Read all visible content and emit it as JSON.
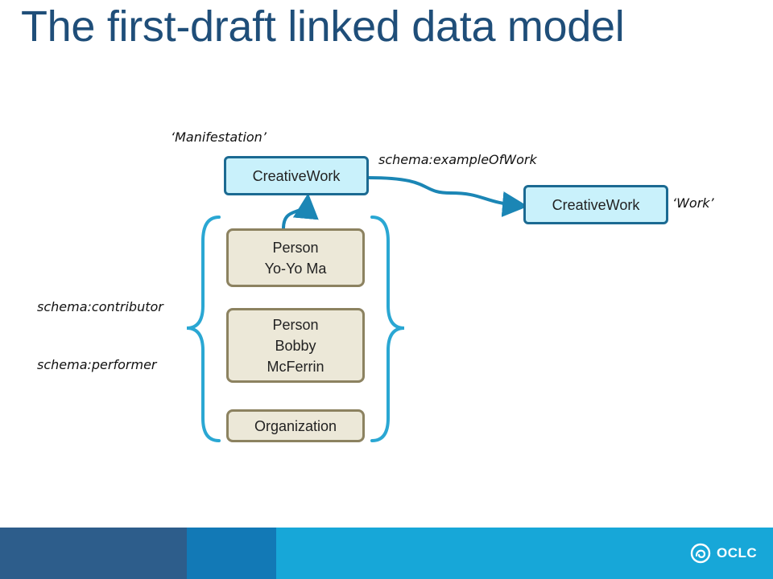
{
  "title": "The first-draft linked data model",
  "labels": {
    "manifestation": "‘Manifestation’",
    "work": "‘Work’",
    "example_of_work": "schema:exampleOfWork",
    "contributor": "schema:contributor",
    "performer": "schema:performer"
  },
  "nodes": {
    "creative_work_manifestation": "CreativeWork",
    "creative_work_work": "CreativeWork",
    "person_yoyo": [
      "Person",
      "Yo-Yo Ma"
    ],
    "person_bobby": [
      "Person",
      "Bobby",
      "McFerrin"
    ],
    "organization": "Organization"
  },
  "footer": {
    "logo_text": "OCLC",
    "colors": [
      "#2d5d8b",
      "#1279b6",
      "#17a7d8"
    ]
  },
  "colors": {
    "title": "#1f4e79",
    "arrow": "#1b86b5",
    "brace": "#2aa7d3"
  }
}
